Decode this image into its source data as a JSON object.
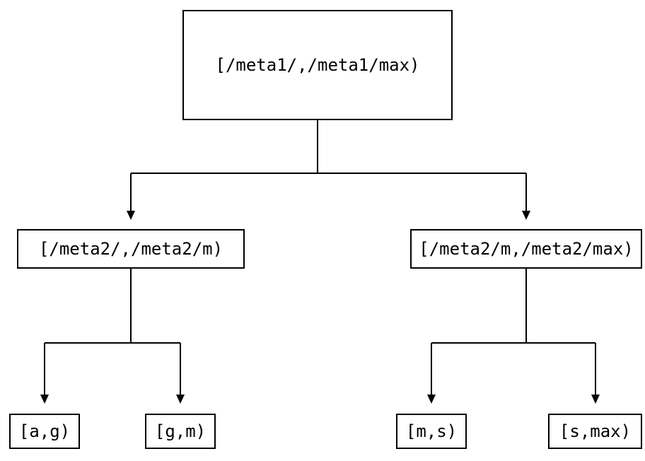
{
  "diagram": {
    "root": {
      "label": "[/meta1/,/meta1/max)"
    },
    "children": [
      {
        "label": "[/meta2/,/meta2/m)"
      },
      {
        "label": "[/meta2/m,/meta2/max)"
      }
    ],
    "leaves": [
      {
        "label": "[a,g)"
      },
      {
        "label": "[g,m)"
      },
      {
        "label": "[m,s)"
      },
      {
        "label": "[s,max)"
      }
    ],
    "colors": {
      "line": "#000000",
      "background": "#ffffff",
      "text": "#000000"
    }
  }
}
